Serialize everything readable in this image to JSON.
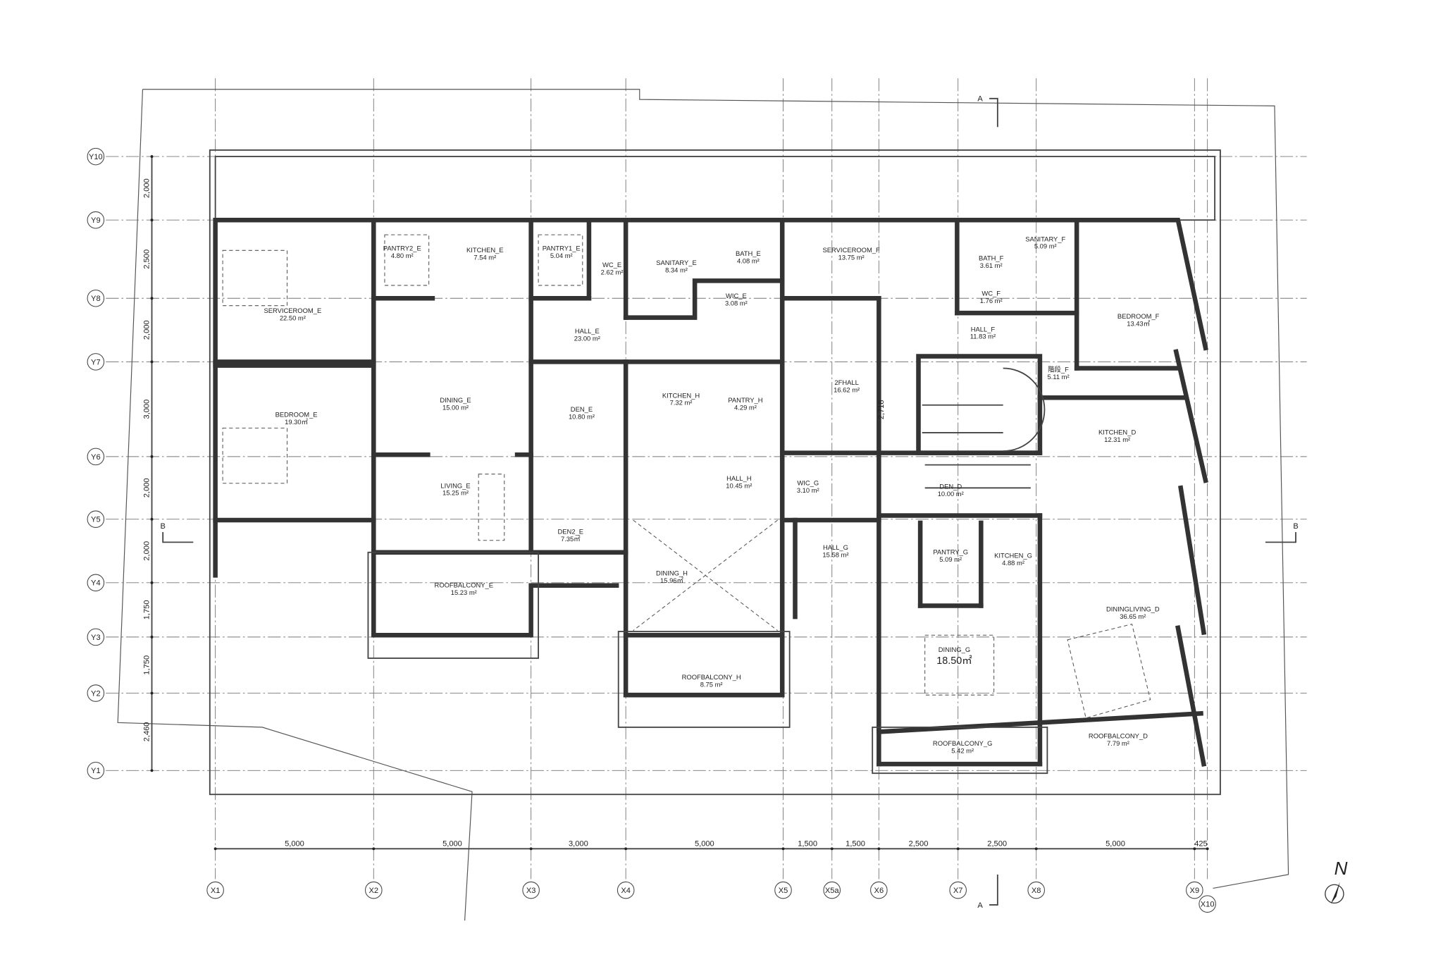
{
  "drawing": {
    "grid_x": [
      "X1",
      "X2",
      "X3",
      "X4",
      "X5",
      "X5a",
      "X6",
      "X7",
      "X8",
      "X9",
      "X10"
    ],
    "grid_y": [
      "Y10",
      "Y9",
      "Y8",
      "Y7",
      "Y6",
      "Y5",
      "Y4",
      "Y3",
      "Y2",
      "Y1"
    ],
    "dims_x": [
      "5,000",
      "5,000",
      "3,000",
      "5,000",
      "1,500",
      "1,500",
      "2,500",
      "2,500",
      "5,000",
      "425"
    ],
    "dims_y": [
      "2,000",
      "2,500",
      "2,000",
      "3,000",
      "2,000",
      "2,000",
      "1,750",
      "1,750",
      "2,460"
    ],
    "section_a": "A",
    "section_b": "B",
    "north": "N",
    "stair_dim": "2,718",
    "rooms": [
      {
        "name": "SERVICEROOM_E",
        "area": "22.50 m²"
      },
      {
        "name": "PANTRY2_E",
        "area": "4.80 m²"
      },
      {
        "name": "KITCHEN_E",
        "area": "7.54 m²"
      },
      {
        "name": "PANTRY1_E",
        "area": "5.04 m²"
      },
      {
        "name": "WC_E",
        "area": "2.62 m²"
      },
      {
        "name": "SANITARY_E",
        "area": "8.34 m²"
      },
      {
        "name": "BATH_E",
        "area": "4.08 m²"
      },
      {
        "name": "WIC_E",
        "area": "3.08 m²"
      },
      {
        "name": "HALL_E",
        "area": "23.00 m²"
      },
      {
        "name": "DINING_E",
        "area": "15.00 m²"
      },
      {
        "name": "BEDROOM_E",
        "area": "19.30㎡"
      },
      {
        "name": "DEN_E",
        "area": "10.80 m²"
      },
      {
        "name": "KITCHEN_H",
        "area": "7.32 m²"
      },
      {
        "name": "PANTRY_H",
        "area": "4.29 m²"
      },
      {
        "name": "HALL_H",
        "area": "10.45 m²"
      },
      {
        "name": "LIVING_E",
        "area": "15.25 m²"
      },
      {
        "name": "DEN2_E",
        "area": "7.35㎡"
      },
      {
        "name": "ROOFBALCONY_E",
        "area": "15.23 m²"
      },
      {
        "name": "DINING_H",
        "area": "15.96㎡"
      },
      {
        "name": "ROOFBALCONY_H",
        "area": "8.75 m²"
      },
      {
        "name": "SERVICEROOM_F",
        "area": "13.75 m²"
      },
      {
        "name": "BATH_F",
        "area": "3.61 m²"
      },
      {
        "name": "SANITARY_F",
        "area": "5.09 m²"
      },
      {
        "name": "WC_F",
        "area": "1.76 m²"
      },
      {
        "name": "HALL_F",
        "area": "11.83 m²"
      },
      {
        "name": "BEDROOM_F",
        "area": "13.43㎡"
      },
      {
        "name": "2FHALL",
        "area": "16.62 m²"
      },
      {
        "name": "階段_F",
        "area": "5.11 m²"
      },
      {
        "name": "KITCHEN_D",
        "area": "12.31 m²"
      },
      {
        "name": "WIC_G",
        "area": "3.10 m²"
      },
      {
        "name": "DEN_D",
        "area": "10.00 m²"
      },
      {
        "name": "HALL_G",
        "area": "15.58 m²"
      },
      {
        "name": "PANTRY_G",
        "area": "5.09 m²"
      },
      {
        "name": "KITCHEN_G",
        "area": "4.88 m²"
      },
      {
        "name": "DININGLIVING_D",
        "area": "36.65 m²"
      },
      {
        "name": "DINING_G",
        "area": "18.50㎡"
      },
      {
        "name": "ROOFBALCONY_G",
        "area": "5.42 m²"
      },
      {
        "name": "ROOFBALCONY_D",
        "area": "7.79 m²"
      }
    ]
  }
}
